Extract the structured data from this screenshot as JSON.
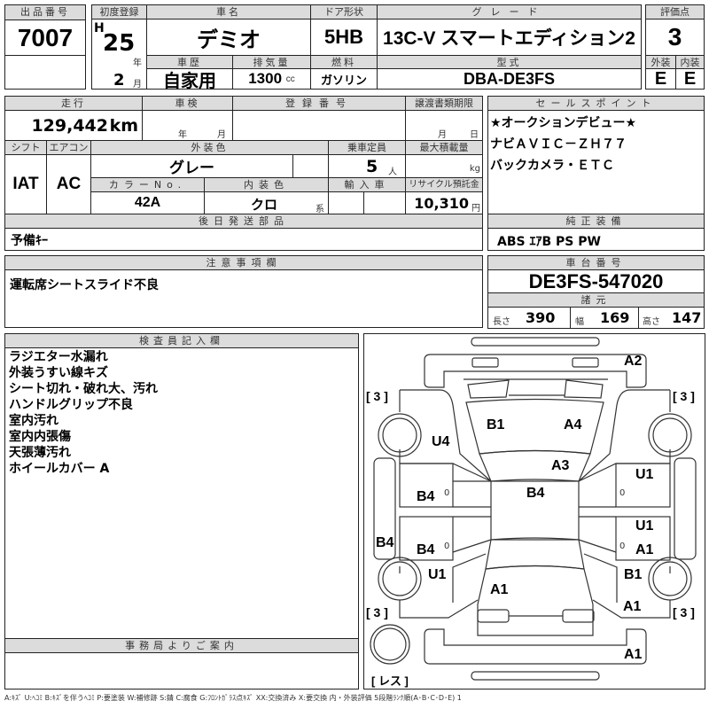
{
  "header": {
    "lot_no_label": "出品番号",
    "lot_no": "7007",
    "first_reg_label": "初度登録",
    "era": "H",
    "year": "25",
    "year_unit": "年",
    "month": "2",
    "month_unit": "月",
    "car_name_label": "車名",
    "car_name": "デミオ",
    "door_label": "ドア形状",
    "door": "5HB",
    "grade_label": "グレード",
    "grade": "13C-V スマートエディション2",
    "score_label": "評価点",
    "score": "3",
    "history_label": "車歴",
    "history": "自家用",
    "displacement_label": "排気量",
    "displacement": "1300",
    "displacement_unit": "cc",
    "fuel_label": "燃料",
    "fuel": "ガソリン",
    "model_label": "型式",
    "model": "DBA-DE3FS",
    "exterior_label": "外装",
    "exterior": "E",
    "interior_label": "内装",
    "interior": "E"
  },
  "details": {
    "mileage_label": "走行",
    "mileage": "129,442",
    "mileage_unit": "km",
    "inspection_label": "車検",
    "inspection_year_unit": "年",
    "inspection_month_unit": "月",
    "reg_no_label": "登録番号",
    "transfer_label": "譲渡書類期限",
    "transfer_month_unit": "月",
    "transfer_day_unit": "日",
    "shift_label": "シフト",
    "shift": "IAT",
    "ac_label": "エアコン",
    "ac": "AC",
    "ext_color_label": "外装色",
    "ext_color": "グレー",
    "capacity_label": "乗車定員",
    "capacity": "5",
    "capacity_unit": "人",
    "max_load_label": "最大積載量",
    "max_load_unit": "kg",
    "color_no_label": "カラーNo.",
    "color_no": "42A",
    "int_color_label": "内装色",
    "int_color": "クロ",
    "int_color_unit": "系",
    "import_label": "輸入車",
    "recycle_label": "リサイクル預託金",
    "recycle": "10,310",
    "recycle_unit": "円",
    "later_parts_label": "後日発送部品",
    "later_parts": "予備ｷｰ"
  },
  "sales": {
    "label": "セールスポイント",
    "lines": [
      "★オークションデビュー★",
      "ナビＡＶＩＣ－ＺＨ７７",
      "バックカメラ・ＥＴＣ"
    ]
  },
  "equipment": {
    "label": "純正装備",
    "value": "ABS ｴｱB PS PW"
  },
  "notes": {
    "label": "注意事項欄",
    "value": "運転席シートスライド不良"
  },
  "chassis": {
    "label": "車台番号",
    "value": "DE3FS-547020",
    "spec_label": "諸元",
    "length_label": "長さ",
    "length": "390",
    "width_label": "幅",
    "width": "169",
    "height_label": "高さ",
    "height": "147"
  },
  "inspector": {
    "label": "検査員記入欄",
    "lines": [
      "ラジエター水漏れ",
      "外装うすい線キズ",
      "シート切れ・破れ大、汚れ",
      "ハンドルグリップ不良",
      "室内汚れ",
      "室内内張傷",
      "天張薄汚れ",
      "ホイールカバー A"
    ]
  },
  "office": {
    "label": "事務局よりご案内"
  },
  "diagram": {
    "marks": [
      "A2",
      "[ 3 ]",
      "[ 3 ]",
      "B1",
      "A4",
      "U4",
      "A3",
      "U1",
      "B4",
      "B4",
      "U1",
      "B4",
      "B4",
      "A1",
      "U1",
      "B1",
      "A1",
      "A1",
      "[ 3 ]",
      "[ 3 ]",
      "A1",
      "[ レス ]"
    ],
    "zero": "0"
  },
  "legend": "A:ｷｽﾞ U:ﾍｺﾐ B:ｷｽﾞを伴うﾍｺﾐ P:要塗装 W:補修跡 S:錆 C:腐食 G:ﾌﾛﾝﾄｶﾞﾗｽ点ｷｽﾞ XX:交換済み X:要交換 内・外装評価 5段階ﾗﾝｸ順(A･B･C･D･E) 1"
}
